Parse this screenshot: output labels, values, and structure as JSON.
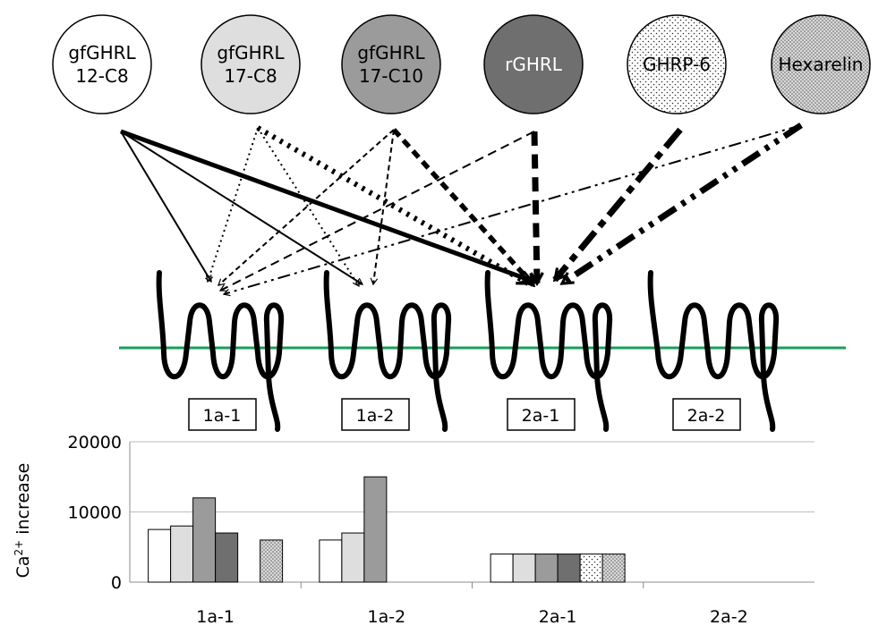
{
  "ligands": [
    {
      "id": "gf12",
      "line1": "gfGHRL",
      "line2": "12-C8",
      "fill": "#ffffff",
      "pattern": "",
      "text_color": "#000000"
    },
    {
      "id": "gf17c8",
      "line1": "gfGHRL",
      "line2": "17-C8",
      "fill": "#dedede",
      "pattern": "",
      "text_color": "#000000"
    },
    {
      "id": "gf17c10",
      "line1": "gfGHRL",
      "line2": "17-C10",
      "fill": "#9b9b9b",
      "pattern": "",
      "text_color": "#000000"
    },
    {
      "id": "rghrl",
      "line1": "rGHRL",
      "line2": "",
      "fill": "#6f6f6f",
      "pattern": "",
      "text_color": "#ffffff"
    },
    {
      "id": "ghrp6",
      "line1": "GHRP-6",
      "line2": "",
      "fill": "#ffffff",
      "pattern": "dots-sparse",
      "text_color": "#000000"
    },
    {
      "id": "hexarelin",
      "line1": "Hexarelin",
      "line2": "",
      "fill": "#d9d9d9",
      "pattern": "dots-dense",
      "text_color": "#000000"
    }
  ],
  "receptors": [
    {
      "id": "r1a1",
      "label": "1a-1"
    },
    {
      "id": "r1a2",
      "label": "1a-2"
    },
    {
      "id": "r2a1",
      "label": "2a-1"
    },
    {
      "id": "r2a2",
      "label": "2a-2"
    }
  ],
  "membrane_color": "#1a9e5a",
  "arrow_style": {
    "gf12": "solid-thin",
    "gf17c8": "dotted",
    "gf17c10": "dashed-short",
    "rghrl": "dashed-long",
    "ghrp6": "dash-long-short",
    "hexarelin": "dash-dot-dot"
  },
  "interactions": [
    {
      "ligand": "gf12",
      "receptor": "r1a1"
    },
    {
      "ligand": "gf12",
      "receptor": "r1a2"
    },
    {
      "ligand": "gf12",
      "receptor": "r2a1",
      "emphasis": true
    },
    {
      "ligand": "gf17c8",
      "receptor": "r1a1"
    },
    {
      "ligand": "gf17c8",
      "receptor": "r1a2"
    },
    {
      "ligand": "gf17c8",
      "receptor": "r2a1",
      "emphasis": true
    },
    {
      "ligand": "gf17c10",
      "receptor": "r1a1"
    },
    {
      "ligand": "gf17c10",
      "receptor": "r1a2"
    },
    {
      "ligand": "gf17c10",
      "receptor": "r2a1",
      "emphasis": true
    },
    {
      "ligand": "rghrl",
      "receptor": "r1a1"
    },
    {
      "ligand": "rghrl",
      "receptor": "r2a1",
      "emphasis": true
    },
    {
      "ligand": "ghrp6",
      "receptor": "r2a1",
      "emphasis": true
    },
    {
      "ligand": "hexarelin",
      "receptor": "r1a1"
    },
    {
      "ligand": "hexarelin",
      "receptor": "r2a1",
      "emphasis": true
    }
  ],
  "chart_data": {
    "type": "bar",
    "title": "",
    "xlabel": "",
    "ylabel": "Ca",
    "ylabel_sup": "2+",
    "ylabel_rest": " increase",
    "categories": [
      "1a-1",
      "1a-2",
      "2a-1",
      "2a-2"
    ],
    "yticks": [
      0,
      10000,
      20000
    ],
    "ylim": [
      0,
      20000
    ],
    "grid": true,
    "legend": "none",
    "series": [
      {
        "ligand": "gf12",
        "values": [
          7500,
          6000,
          4000,
          0
        ],
        "fill": "#ffffff",
        "pattern": ""
      },
      {
        "ligand": "gf17c8",
        "values": [
          8000,
          7000,
          4000,
          0
        ],
        "fill": "#dedede",
        "pattern": ""
      },
      {
        "ligand": "gf17c10",
        "values": [
          12000,
          15000,
          4000,
          0
        ],
        "fill": "#9b9b9b",
        "pattern": ""
      },
      {
        "ligand": "rghrl",
        "values": [
          7000,
          0,
          4000,
          0
        ],
        "fill": "#6f6f6f",
        "pattern": ""
      },
      {
        "ligand": "ghrp6",
        "values": [
          0,
          0,
          4000,
          0
        ],
        "fill": "#ffffff",
        "pattern": "dots-sparse"
      },
      {
        "ligand": "hexarelin",
        "values": [
          6000,
          0,
          4000,
          0
        ],
        "fill": "#d9d9d9",
        "pattern": "dots-dense"
      }
    ]
  }
}
